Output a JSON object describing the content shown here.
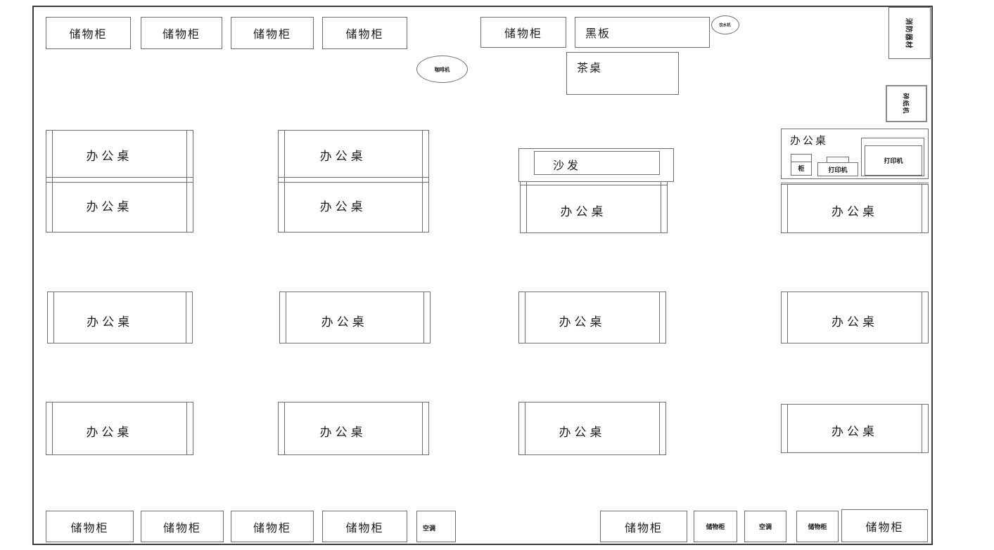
{
  "zones": {
    "top_wall": {
      "cabinets": [
        "储物柜",
        "储物柜",
        "储物柜",
        "储物柜",
        "储物柜"
      ],
      "blackboard": "黑板",
      "water_dispenser": "饮水机",
      "coffee_machine": "咖啡机",
      "tea_table": "茶桌"
    },
    "right_wall": {
      "equipment_box": "消防器材",
      "shredder": "碎纸机"
    },
    "row1": {
      "group1": {
        "top": "办公桌",
        "bottom": "办公桌"
      },
      "group2": {
        "top": "办公桌",
        "bottom": "办公桌"
      },
      "group3": {
        "sofa": "沙发",
        "desk": "办公桌"
      },
      "group4": {
        "desk_top": "办公桌",
        "small_cabinet": "柜",
        "printer_small": "打印机",
        "printer_large": "打印机",
        "desk_bottom": "办公桌"
      }
    },
    "row2": {
      "desks": [
        "办公桌",
        "办公桌",
        "办公桌",
        "办公桌"
      ]
    },
    "row3": {
      "desks": [
        "办公桌",
        "办公桌",
        "办公桌",
        "办公桌"
      ]
    },
    "bottom_wall": {
      "cabinets_left": [
        "储物柜",
        "储物柜",
        "储物柜",
        "储物柜"
      ],
      "ac_left": "空调",
      "cabinet_large_mid": "储物柜",
      "cabinet_small_1": "储物柜",
      "ac_right": "空调",
      "cabinet_small_2": "储物柜",
      "cabinet_large_right": "储物柜"
    }
  },
  "colors": {
    "wall_line": "#3c3c3c",
    "furniture_line": "#6e6e6e",
    "text": "#1b1b1b",
    "background": "#ffffff"
  }
}
